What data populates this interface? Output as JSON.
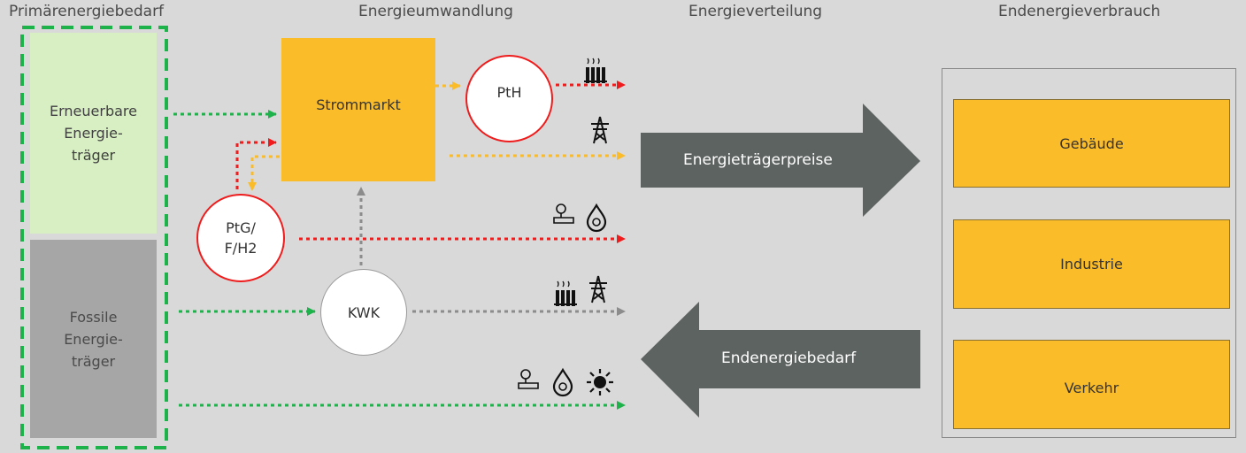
{
  "headers": {
    "primary": "Primärenergiebedarf",
    "conversion": "Energieumwandlung",
    "distribution": "Energieverteilung",
    "final": "Endenergieverbrauch"
  },
  "primary": {
    "renewable_lines": [
      "Erneuerbare",
      "Energie-",
      "träger"
    ],
    "fossil_lines": [
      "Fossile",
      "Energie-",
      "träger"
    ]
  },
  "conversion": {
    "strommarkt": "Strommarkt",
    "pth": "PtH",
    "ptg_lines": [
      "PtG/",
      "F/H2"
    ],
    "kwk": "KWK"
  },
  "distribution": {
    "prices_arrow": "Energieträgerpreise",
    "demand_arrow": "Endenergiebedarf"
  },
  "final_consumption": {
    "sectors": [
      "Gebäude",
      "Industrie",
      "Verkehr"
    ]
  },
  "icons": {
    "row1": [
      "radiator-icon"
    ],
    "row2": [
      "power-pylon-icon"
    ],
    "row3": [
      "gas-pipe-icon",
      "oil-drop-icon"
    ],
    "row4": [
      "radiator-icon",
      "power-pylon-icon"
    ],
    "row5": [
      "gas-pipe-icon",
      "oil-drop-icon",
      "sun-icon"
    ]
  },
  "colors": {
    "background": "#d9d9d9",
    "renewable": "#d8efc4",
    "fossil": "#a6a6a6",
    "accent_orange": "#fbbc2a",
    "flow_green": "#1db34a",
    "flow_red": "#ee1c1c",
    "flow_yellow": "#fbbc2a",
    "flow_grey": "#8c8c8c",
    "big_arrow": "#5d6361",
    "boundary_green": "#1db34a"
  }
}
